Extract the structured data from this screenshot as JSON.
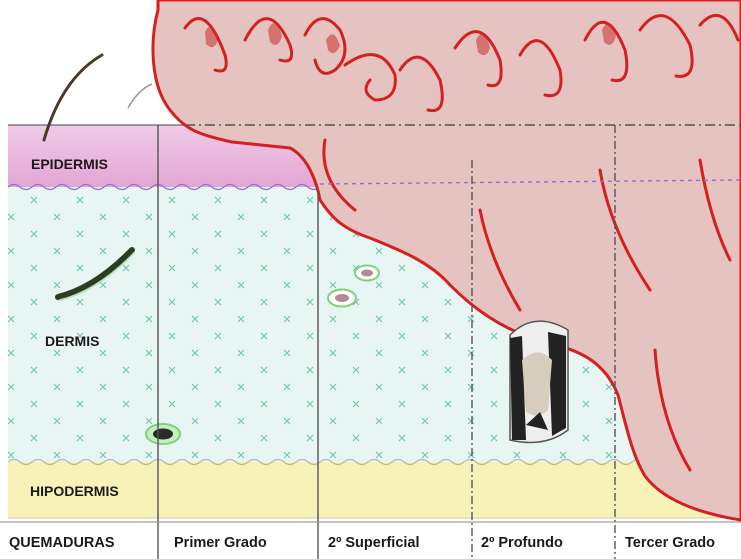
{
  "layers": {
    "epidermis": "EPIDERMIS",
    "dermis": "DERMIS",
    "hipodermis": "HIPODERMIS"
  },
  "columns": {
    "header": "QUEMADURAS",
    "primer": "Primer Grado",
    "segundo_superficial": "2º Superficial",
    "segundo_profundo": "2º Profundo",
    "tercer": "Tercer Grado"
  },
  "colors": {
    "epidermis": "#e9b8de",
    "dermis": "#e6f5f3",
    "hipodermis": "#f6f2b4",
    "burn_fill": "#e4c2c0",
    "burn_outline": "#d42020",
    "grid_line": "#555555"
  }
}
